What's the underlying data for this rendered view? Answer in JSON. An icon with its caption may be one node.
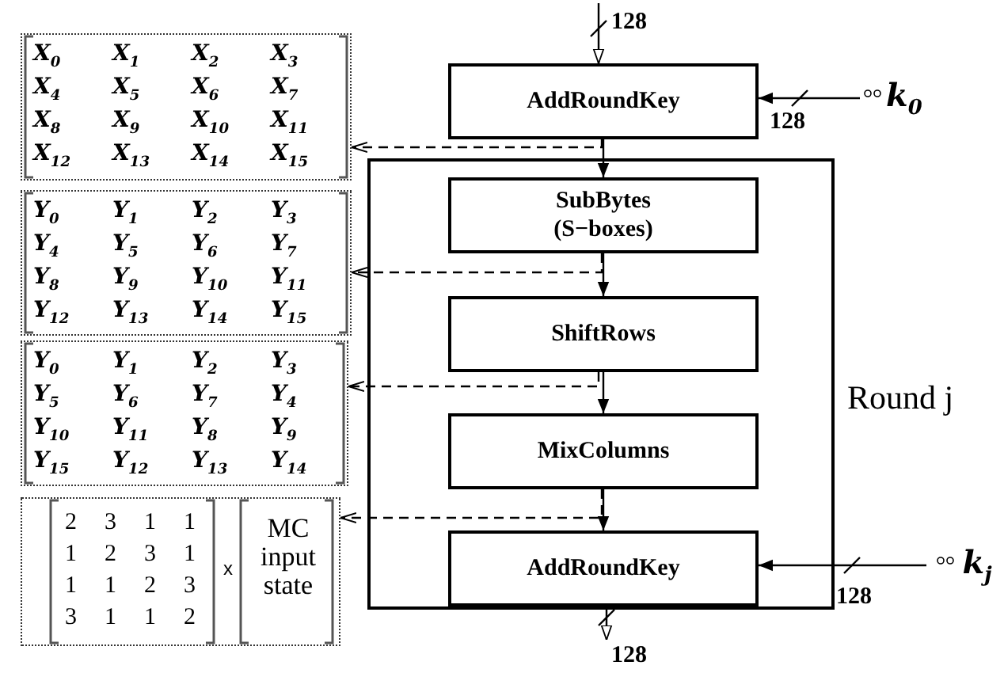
{
  "diagram": {
    "nodes": [
      {
        "text": [
          "AddRoundKey"
        ]
      },
      {
        "text": [
          "Round j"
        ]
      },
      {
        "text": [
          "SubBytes (S−boxes)"
        ],
        "in": 1
      },
      {
        "text": [
          "ShiftRows"
        ],
        "in": 1
      },
      {
        "text": [
          "MixColumns"
        ],
        "in": 1
      },
      {
        "text": [
          "AddRoundKey"
        ],
        "in": 1
      },
      {
        "text": [
          "X$_{0}$",
          "X$_{1}$",
          "X$_{2}$",
          "X$_{3}$",
          "X$_{4}$",
          "X$_{5}$",
          "X$_{6}$",
          "X$_{7}$",
          "X$_{8}$",
          "X$_{9}$",
          "X$_{10}$",
          "X$_{11}$",
          "X$_{12}$",
          "X$_{13}$",
          "X$_{14}$",
          "X$_{15}$"
        ]
      },
      {
        "text": [
          "Y$_{0}$",
          "Y$_{1}$",
          "Y$_{2}$",
          "Y$_{3}$",
          "Y$_{4}$",
          "Y$_{5}$",
          "Y$_{6}$",
          "Y$_{7}$",
          "Y$_{8}$",
          "Y$_{9}$",
          "Y$_{10}$",
          "Y$_{11}$",
          "Y$_{12}$",
          "Y$_{13}$",
          "Y$_{14}$",
          "Y$_{15}$"
        ]
      },
      {
        "text": [
          "Y$_{0}$",
          "Y$_{1}$",
          "Y$_{2}$",
          "Y$_{3}$",
          "Y$_{5}$",
          "Y$_{6}$",
          "Y$_{7}$",
          "Y$_{4}$",
          "Y$_{10}$",
          "Y$_{11}$",
          "Y$_{8}$",
          "Y$_{9}$",
          "Y$_{15}$",
          "Y$_{12}$",
          "Y$_{13}$",
          "Y$_{14}$"
        ]
      },
      {
        "text": [
          "2",
          "3",
          "1",
          "1",
          "1",
          "2",
          "3",
          "1",
          "1",
          "1",
          "2",
          "3",
          "3",
          "1",
          "1",
          "2",
          "x",
          "MC input state"
        ]
      },
      {
        "text": [
          "k$_{0}$"
        ]
      },
      {
        "text": [
          "k$_{j}$"
        ]
      }
    ],
    "edges": [
      {
        "from": null,
        "to": 0,
        "arrow": "to",
        "label": "128"
      },
      {
        "from": 0,
        "to": 2,
        "arrow": "to"
      },
      {
        "from": 2,
        "to": 3,
        "arrow": "to"
      },
      {
        "from": 3,
        "to": 4,
        "arrow": "to"
      },
      {
        "from": 4,
        "to": 5,
        "arrow": "to"
      },
      {
        "from": 5,
        "to": null,
        "arrow": "to",
        "label": "128"
      },
      {
        "from": 10,
        "to": 0,
        "arrow": "to",
        "label": "128"
      },
      {
        "from": 11,
        "to": 5,
        "arrow": "to",
        "label": "128"
      },
      {
        "from": 0,
        "to": 6,
        "arrow": "to",
        "style": "dashed"
      },
      {
        "from": 2,
        "to": 7,
        "arrow": "to",
        "style": "dashed"
      },
      {
        "from": 3,
        "to": 8,
        "arrow": "to",
        "style": "dashed"
      },
      {
        "from": 4,
        "to": 9,
        "arrow": "to",
        "style": "dashed"
      }
    ]
  }
}
